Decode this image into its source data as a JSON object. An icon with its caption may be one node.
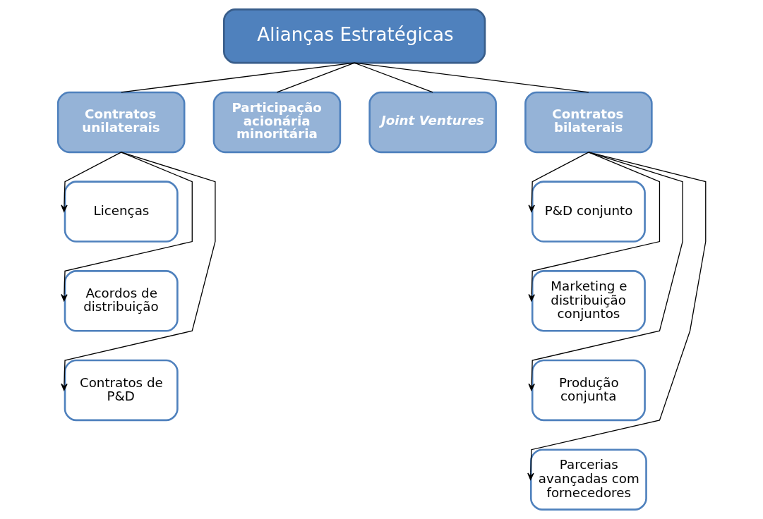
{
  "diagram": {
    "nodes": [
      {
        "text": [
          "Alianças Estratégicas"
        ]
      },
      {
        "text": [
          "Contratos unilaterais"
        ]
      },
      {
        "text": [
          "Participação acionária minoritária"
        ]
      },
      {
        "text": [
          "Joint Ventures"
        ]
      },
      {
        "text": [
          "Contratos bilaterais"
        ]
      },
      {
        "text": [
          "Licenças"
        ]
      },
      {
        "text": [
          "Acordos de distribuição"
        ]
      },
      {
        "text": [
          "Contratos de P&D"
        ]
      },
      {
        "text": [
          "P&D conjunto"
        ]
      },
      {
        "text": [
          "Marketing e distribuição conjuntos"
        ]
      },
      {
        "text": [
          "Produção conjunta"
        ]
      },
      {
        "text": [
          "Parcerias avançadas com fornecedores"
        ]
      }
    ],
    "edges": [
      {
        "from": 0,
        "to": 1,
        "arrow": "none"
      },
      {
        "from": 0,
        "to": 2,
        "arrow": "none"
      },
      {
        "from": 0,
        "to": 3,
        "arrow": "none"
      },
      {
        "from": 0,
        "to": 4,
        "arrow": "none"
      },
      {
        "from": 1,
        "to": 5,
        "arrow": "to"
      },
      {
        "from": 1,
        "to": 6,
        "arrow": "to"
      },
      {
        "from": 1,
        "to": 7,
        "arrow": "to"
      },
      {
        "from": 4,
        "to": 8,
        "arrow": "to"
      },
      {
        "from": 4,
        "to": 9,
        "arrow": "to"
      },
      {
        "from": 4,
        "to": 10,
        "arrow": "to"
      },
      {
        "from": 4,
        "to": 11,
        "arrow": "to"
      }
    ]
  }
}
